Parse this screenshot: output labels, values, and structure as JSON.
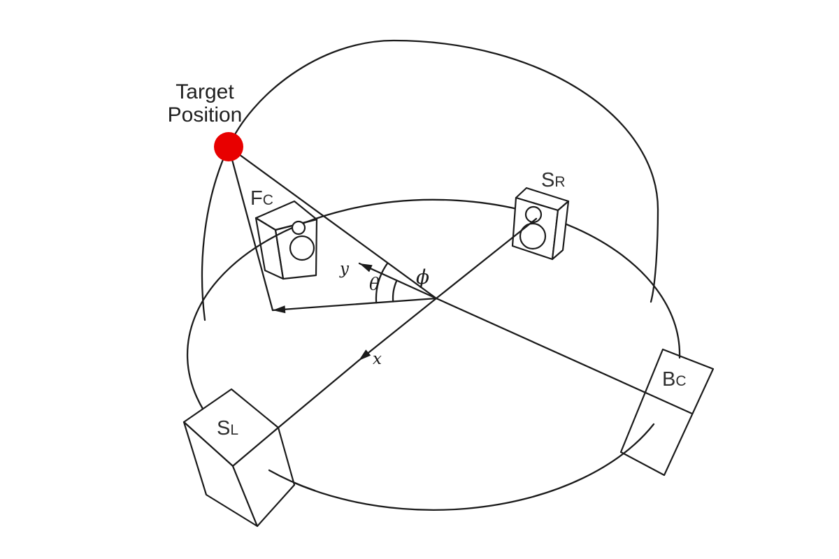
{
  "diagram": {
    "title": {
      "line1": "Target",
      "line2": "Position"
    },
    "speakers": {
      "front_center": {
        "label_main": "F",
        "label_sub": "C"
      },
      "surround_right": {
        "label_main": "S",
        "label_sub": "R"
      },
      "surround_left": {
        "label_main": "S",
        "label_sub": "L"
      },
      "back_center": {
        "label_main": "B",
        "label_sub": "C"
      }
    },
    "axes": {
      "x_label": "x",
      "y_label": "y"
    },
    "angles": {
      "theta": "θ",
      "phi": "ϕ"
    },
    "colors": {
      "target_dot": "#e80000",
      "line": "#1b1b1b",
      "label_text": "#2f2f2f",
      "background": "#ffffff"
    }
  }
}
